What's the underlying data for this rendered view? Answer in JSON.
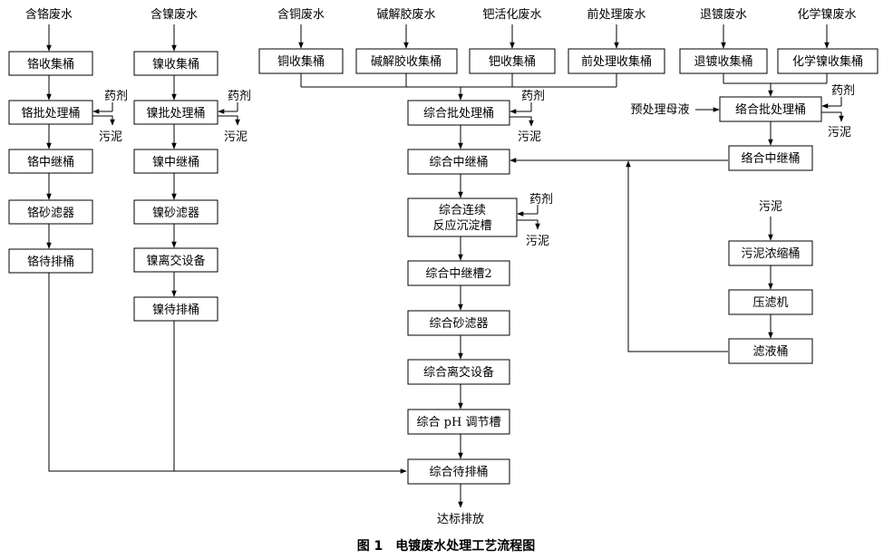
{
  "sources": {
    "cr": "含铬废水",
    "ni": "含镍废水",
    "cu": "含铜废水",
    "colloid": "碱解胶废水",
    "pd": "钯活化废水",
    "pre": "前处理废水",
    "strip": "退镀废水",
    "chemni": "化学镍废水"
  },
  "nodes": {
    "cr_collect": "铬收集桶",
    "cr_batch": "铬批处理桶",
    "cr_relay": "铬中继桶",
    "cr_sand": "铬砂滤器",
    "cr_wait": "铬待排桶",
    "ni_collect": "镍收集桶",
    "ni_batch": "镍批处理桶",
    "ni_relay": "镍中继桶",
    "ni_sand": "镍砂滤器",
    "ni_ion": "镍离交设备",
    "ni_wait": "镍待排桶",
    "cu_collect": "铜收集桶",
    "colloid_collect": "碱解胶收集桶",
    "pd_collect": "钯收集桶",
    "pre_collect": "前处理收集桶",
    "strip_collect": "退镀收集桶",
    "chemni_collect": "化学镍收集桶",
    "mix_batch": "综合批处理桶",
    "mix_relay": "综合中继桶",
    "mix_cont_1": "综合连续",
    "mix_cont_2": "反应沉淀槽",
    "mix_relay2": "综合中继槽2",
    "mix_sand": "综合砂滤器",
    "mix_ion": "综合离交设备",
    "mix_ph": "综合 pH 调节槽",
    "mix_wait": "综合待排桶",
    "combo_batch": "络合批处理桶",
    "combo_relay": "络合中继桶",
    "sludge_thick": "污泥浓缩桶",
    "press": "压滤机",
    "filtrate": "滤液桶"
  },
  "labels": {
    "reagent": "药剂",
    "sludge": "污泥",
    "pre_mother": "预处理母液",
    "discharge": "达标排放"
  },
  "caption": "图 1　电镀废水处理工艺流程图"
}
